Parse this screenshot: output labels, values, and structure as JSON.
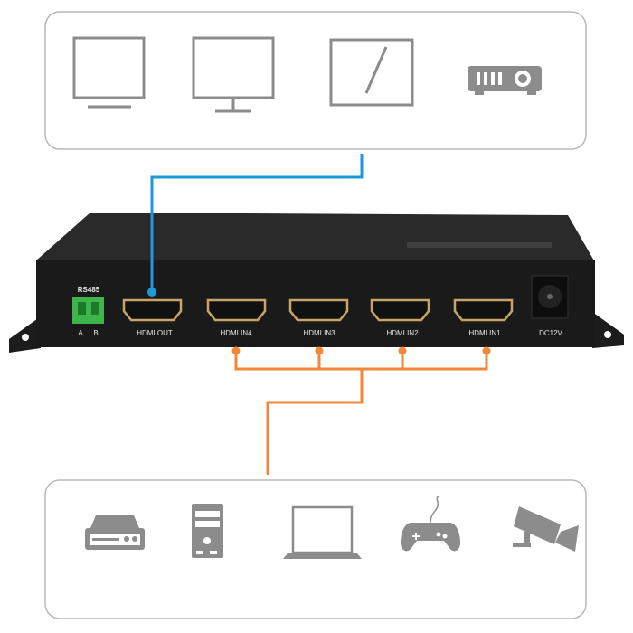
{
  "colors": {
    "output_line": "#1a9ad6",
    "input_line": "#f0883a",
    "icon_gray": "#8c8c8c",
    "device": "#1c1c1c",
    "terminal": "#3db54a"
  },
  "displays": {
    "icons": [
      "monitor-icon",
      "desktop-monitor-icon",
      "tablet-screen-icon",
      "projector-icon"
    ]
  },
  "sources": {
    "icons": [
      "dvr-icon",
      "pc-tower-icon",
      "laptop-icon",
      "gamepad-icon",
      "cctv-camera-icon"
    ]
  },
  "device": {
    "rs485_label": "RS485",
    "rs485_a": "A",
    "rs485_b": "B",
    "ports": [
      "HDMI OUT",
      "HDMI IN4",
      "HDMI IN3",
      "HDMI IN2",
      "HDMI IN1"
    ],
    "power_label": "DC12V"
  }
}
